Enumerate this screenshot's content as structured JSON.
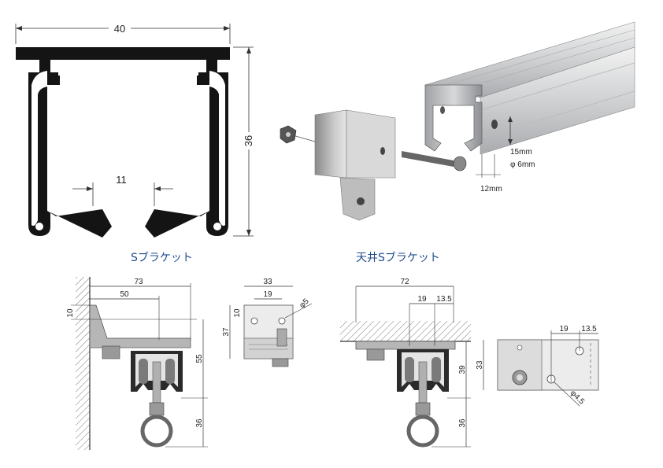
{
  "profile": {
    "width_dim": "40",
    "height_dim": "36",
    "slot_dim": "11"
  },
  "rail_callouts": {
    "slot_height": "15mm",
    "hole_dia": "φ 6mm",
    "hole_offset": "12mm"
  },
  "s_bracket": {
    "title": "Sブラケット",
    "side": {
      "overall": "73",
      "inner": "50",
      "top": "10",
      "height": "55",
      "drop": "36"
    },
    "plate": {
      "width": "33",
      "pitch": "19",
      "height": "37",
      "top": "10",
      "hole": "φ5"
    }
  },
  "ceiling_bracket": {
    "title": "天井Sブラケット",
    "side": {
      "overall": "72",
      "pitch_a": "19",
      "pitch_b": "13.5",
      "height": "39",
      "drop": "36"
    },
    "plate": {
      "pitch_a": "19",
      "pitch_b": "13.5",
      "height": "33",
      "hole": "φ4.5"
    }
  }
}
